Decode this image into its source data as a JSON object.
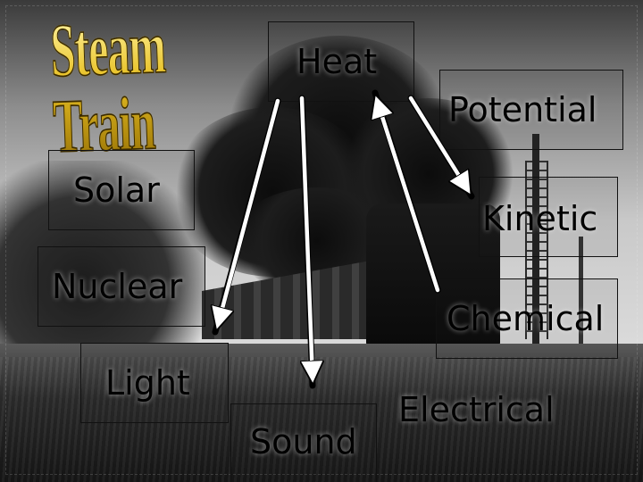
{
  "title": "Steam Train",
  "energy_labels": {
    "heat": "Heat",
    "potential": "Potential",
    "kinetic": "Kinetic",
    "chemical": "Chemical",
    "electrical": "Electrical",
    "solar": "Solar",
    "nuclear": "Nuclear",
    "light": "Light",
    "sound": "Sound"
  },
  "arrows": [
    {
      "from": "heat",
      "to": "light"
    },
    {
      "from": "heat",
      "to": "sound"
    },
    {
      "from": "chemical",
      "to": "heat"
    },
    {
      "from": "heat",
      "to": "kinetic"
    }
  ],
  "colors": {
    "arrow": "#ffffff",
    "arrow_outline": "#000000",
    "title_gold": "#e8c023",
    "label_text": "#000000"
  }
}
